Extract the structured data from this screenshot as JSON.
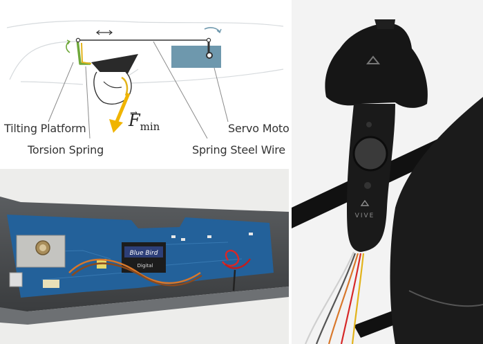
{
  "diagram": {
    "labels": {
      "tilting_platform": "Tilting Platform",
      "torsion_spring": "Torsion Spring",
      "servo_motor": "Servo Motor",
      "spring_steel_wire": "Spring Steel Wire",
      "force_symbol": "F",
      "force_subscript": "min"
    },
    "colors": {
      "platform": "#6fa83a",
      "spring": "#e2b31a",
      "force_arrow": "#f0b400",
      "servo": "#6e98ad",
      "outline": "#cfd4d8",
      "leader": "#8a8a8a"
    }
  },
  "photo": {
    "controller_brand": "VIVE"
  },
  "pcb": {
    "chip_label": "Blue Bird",
    "chip_sublabel": "Digital"
  }
}
